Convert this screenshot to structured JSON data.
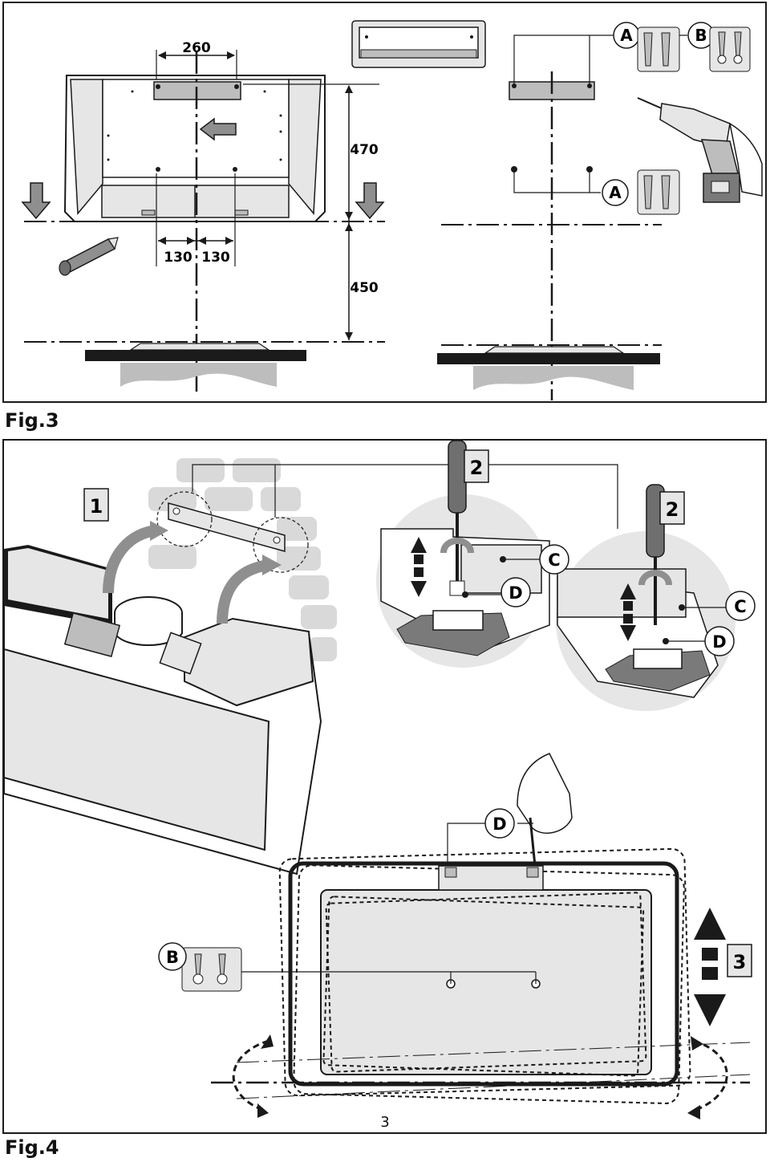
{
  "fig3": {
    "caption": "Fig.3",
    "dim_top": "260",
    "dim_left": "130",
    "dim_right": "130",
    "dim_height_upper": "470",
    "dim_height_lower": "450",
    "label_a_top": "A",
    "label_b_top": "B",
    "label_a_mid": "A"
  },
  "fig4": {
    "caption": "Fig.4",
    "step_1": "1",
    "step_2a": "2",
    "step_2b": "2",
    "step_3": "3",
    "label_c1": "C",
    "label_c2": "C",
    "label_d1": "D",
    "label_d2": "D",
    "label_d3": "D",
    "label_b": "B"
  },
  "page_number": "3",
  "colors": {
    "line": "#1a1a1a",
    "fill_light": "#e6e6e6",
    "fill_mid": "#bdbdbd",
    "fill_dark": "#7a7a7a"
  }
}
